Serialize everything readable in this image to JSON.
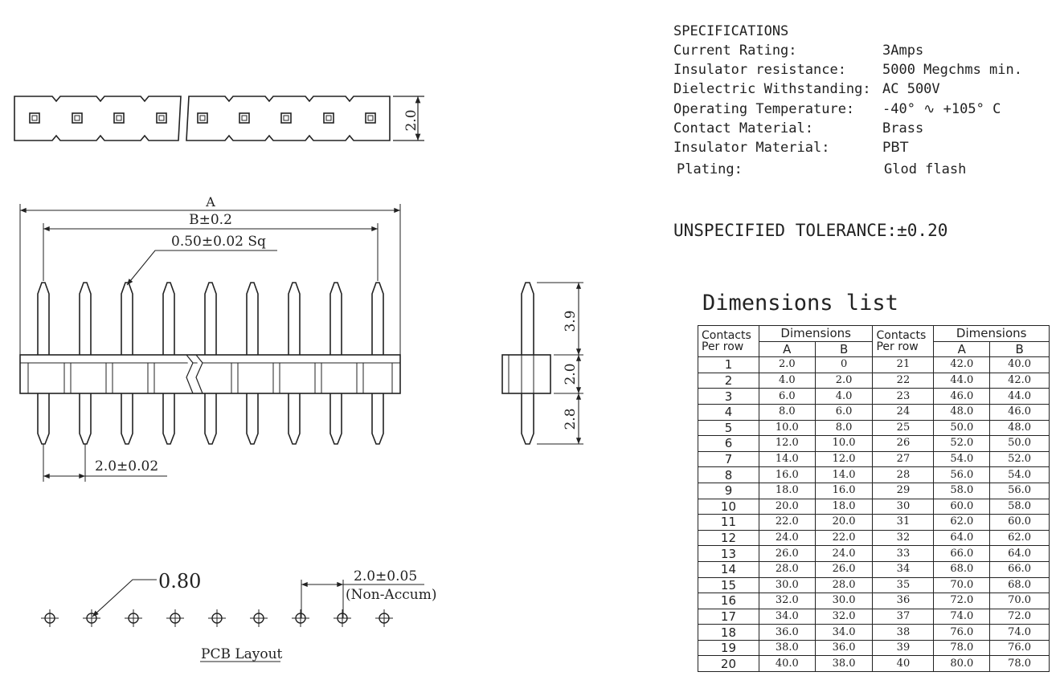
{
  "specifications": {
    "heading": "SPECIFICATIONS",
    "rows": [
      {
        "label": "Current Rating:",
        "value": "3Amps"
      },
      {
        "label": "Insulator resistance:",
        "value": "5000 Megchms min."
      },
      {
        "label": "Dielectric Withstanding:",
        "value": "AC 500V"
      },
      {
        "label": "Operating Temperature:",
        "value": "-40° ∿ +105° C"
      },
      {
        "label": "Contact Material:",
        "value": "Brass"
      },
      {
        "label": "Insulator Material:",
        "value": "PBT"
      },
      {
        "label": "Plating:",
        "value": "Glod flash"
      }
    ]
  },
  "tolerance": "UNSPECIFIED TOLERANCE:±0.20",
  "drawing": {
    "top_height": "2.0",
    "dim_a": "A",
    "dim_b": "B±0.2",
    "pin_square": "0.50±0.02 Sq",
    "pitch": "2.0±0.02",
    "side_top": "3.9",
    "side_mid": "2.0",
    "side_bottom": "2.8",
    "hole": "0.80",
    "pcb_pitch": "2.0±0.05",
    "pcb_note": "(Non-Accum)",
    "pcb_label": "PCB Layout"
  },
  "dimensions_list": {
    "title": "Dimensions list",
    "col_contacts_1": "Contacts",
    "col_contacts_2": "Per row",
    "col_dimensions": "Dimensions",
    "col_a": "A",
    "col_b": "B",
    "left_rows": [
      {
        "n": "1",
        "a": "2.0",
        "b": "0"
      },
      {
        "n": "2",
        "a": "4.0",
        "b": "2.0"
      },
      {
        "n": "3",
        "a": "6.0",
        "b": "4.0"
      },
      {
        "n": "4",
        "a": "8.0",
        "b": "6.0"
      },
      {
        "n": "5",
        "a": "10.0",
        "b": "8.0"
      },
      {
        "n": "6",
        "a": "12.0",
        "b": "10.0"
      },
      {
        "n": "7",
        "a": "14.0",
        "b": "12.0"
      },
      {
        "n": "8",
        "a": "16.0",
        "b": "14.0"
      },
      {
        "n": "9",
        "a": "18.0",
        "b": "16.0"
      },
      {
        "n": "10",
        "a": "20.0",
        "b": "18.0"
      },
      {
        "n": "11",
        "a": "22.0",
        "b": "20.0"
      },
      {
        "n": "12",
        "a": "24.0",
        "b": "22.0"
      },
      {
        "n": "13",
        "a": "26.0",
        "b": "24.0"
      },
      {
        "n": "14",
        "a": "28.0",
        "b": "26.0"
      },
      {
        "n": "15",
        "a": "30.0",
        "b": "28.0"
      },
      {
        "n": "16",
        "a": "32.0",
        "b": "30.0"
      },
      {
        "n": "17",
        "a": "34.0",
        "b": "32.0"
      },
      {
        "n": "18",
        "a": "36.0",
        "b": "34.0"
      },
      {
        "n": "19",
        "a": "38.0",
        "b": "36.0"
      },
      {
        "n": "20",
        "a": "40.0",
        "b": "38.0"
      }
    ],
    "right_rows": [
      {
        "n": "21",
        "a": "42.0",
        "b": "40.0"
      },
      {
        "n": "22",
        "a": "44.0",
        "b": "42.0"
      },
      {
        "n": "23",
        "a": "46.0",
        "b": "44.0"
      },
      {
        "n": "24",
        "a": "48.0",
        "b": "46.0"
      },
      {
        "n": "25",
        "a": "50.0",
        "b": "48.0"
      },
      {
        "n": "26",
        "a": "52.0",
        "b": "50.0"
      },
      {
        "n": "27",
        "a": "54.0",
        "b": "52.0"
      },
      {
        "n": "28",
        "a": "56.0",
        "b": "54.0"
      },
      {
        "n": "29",
        "a": "58.0",
        "b": "56.0"
      },
      {
        "n": "30",
        "a": "60.0",
        "b": "58.0"
      },
      {
        "n": "31",
        "a": "62.0",
        "b": "60.0"
      },
      {
        "n": "32",
        "a": "64.0",
        "b": "62.0"
      },
      {
        "n": "33",
        "a": "66.0",
        "b": "64.0"
      },
      {
        "n": "34",
        "a": "68.0",
        "b": "66.0"
      },
      {
        "n": "35",
        "a": "70.0",
        "b": "68.0"
      },
      {
        "n": "36",
        "a": "72.0",
        "b": "70.0"
      },
      {
        "n": "37",
        "a": "74.0",
        "b": "72.0"
      },
      {
        "n": "38",
        "a": "76.0",
        "b": "74.0"
      },
      {
        "n": "39",
        "a": "78.0",
        "b": "76.0"
      },
      {
        "n": "40",
        "a": "80.0",
        "b": "78.0"
      }
    ]
  }
}
